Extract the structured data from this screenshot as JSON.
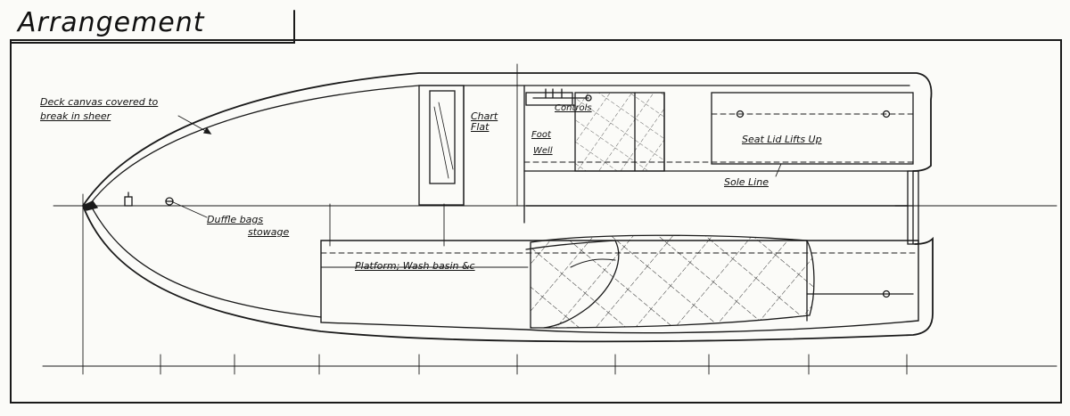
{
  "title": "Arrangement",
  "labels": {
    "deck_line1": "Deck canvas covered to",
    "deck_line2": "break in sheer",
    "chart_line1": "Chart",
    "chart_line2": "Flat",
    "controls": "Controls",
    "foot_line1": "Foot",
    "foot_line2": "Well",
    "seat_lid": "Seat Lid Lifts Up",
    "sole_line": "Sole Line",
    "duffle_line1": "Duffle bags",
    "duffle_line2": "stowage",
    "platform": "Platform; Wash basin &c"
  }
}
